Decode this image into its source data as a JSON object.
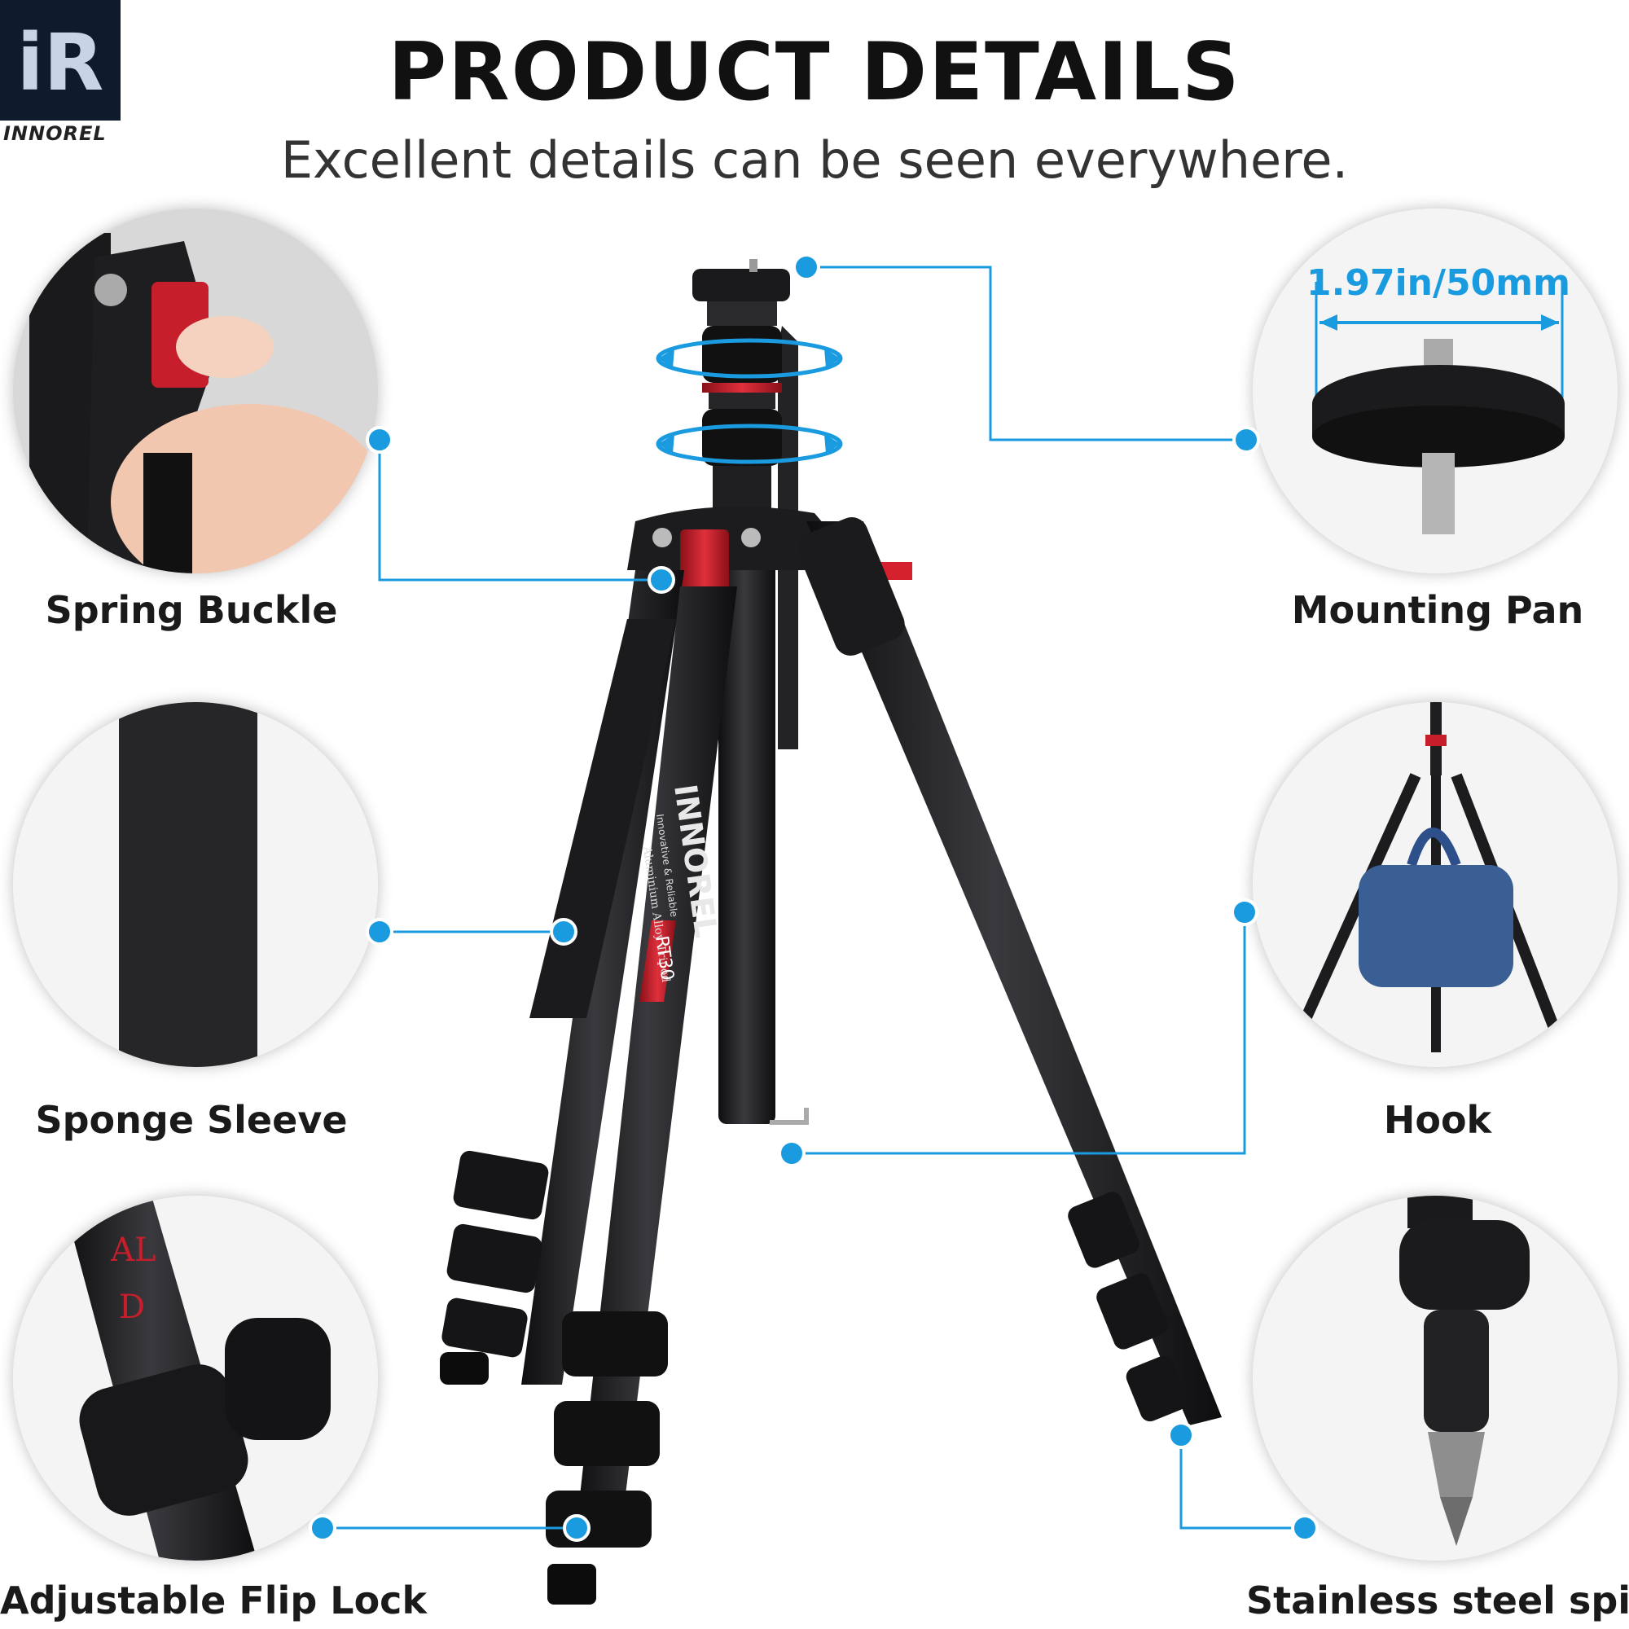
{
  "brand": {
    "logo_letters": "iR",
    "name": "INNOREL"
  },
  "header": {
    "title": "PRODUCT DETAILS",
    "subtitle": "Excellent details can be seen everywhere."
  },
  "features": {
    "spring_buckle": "Spring Buckle",
    "mounting_pan": "Mounting Pan",
    "sponge_sleeve": "Sponge Sleeve",
    "hook": "Hook",
    "flip_lock": "Adjustable Flip Lock",
    "spike": "Stainless steel spike"
  },
  "mounting_pan_dimension": "1.97in/50mm",
  "tripod_labels": {
    "brand": "INNOREL",
    "model": "RT30",
    "tag1": "Innovative & Reliable",
    "tag2": "Aluminium Alloy Tripod"
  },
  "colors": {
    "accent": "#1a9be0",
    "red": "#d5202e",
    "metal": "#1c1c1e"
  }
}
